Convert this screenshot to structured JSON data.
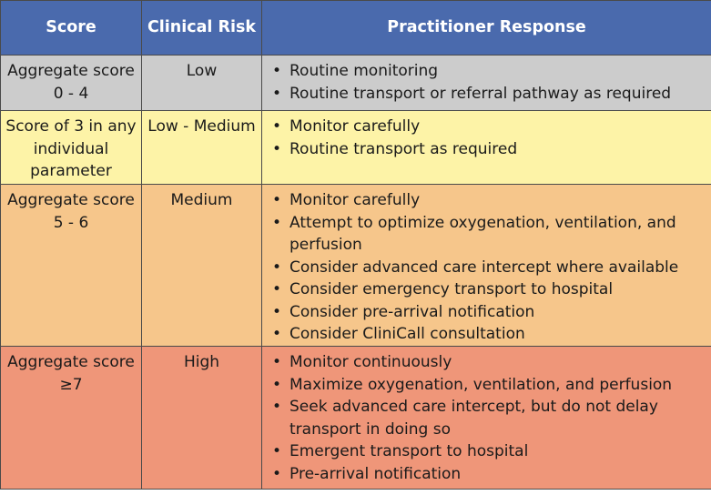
{
  "colors": {
    "header": "#4a6aad",
    "low": "#cccccc",
    "low_medium": "#fdf3a7",
    "medium": "#f6c68b",
    "high": "#ef9679"
  },
  "headers": {
    "score": "Score",
    "risk": "Clinical Risk",
    "response": "Practitioner Response"
  },
  "rows": [
    {
      "score": "Aggregate score 0 - 4",
      "risk": "Low",
      "responses": [
        "Routine monitoring",
        "Routine transport or referral pathway as required"
      ]
    },
    {
      "score": "Score of 3 in any individual parameter",
      "risk": "Low - Medium",
      "responses": [
        "Monitor carefully",
        "Routine transport as required"
      ]
    },
    {
      "score": "Aggregate score 5 - 6",
      "risk": "Medium",
      "responses": [
        "Monitor carefully",
        "Attempt to optimize oxygenation, ventilation, and perfusion",
        "Consider advanced care intercept where available",
        "Consider emergency transport to hospital",
        "Consider pre-arrival notification",
        "Consider CliniCall consultation"
      ]
    },
    {
      "score": "Aggregate score ≥7",
      "risk": "High",
      "responses": [
        "Monitor continuously",
        "Maximize oxygenation, ventilation, and perfusion",
        "Seek advanced care intercept, but do not delay transport in doing so",
        "Emergent transport to hospital",
        "Pre-arrival notification"
      ]
    }
  ]
}
